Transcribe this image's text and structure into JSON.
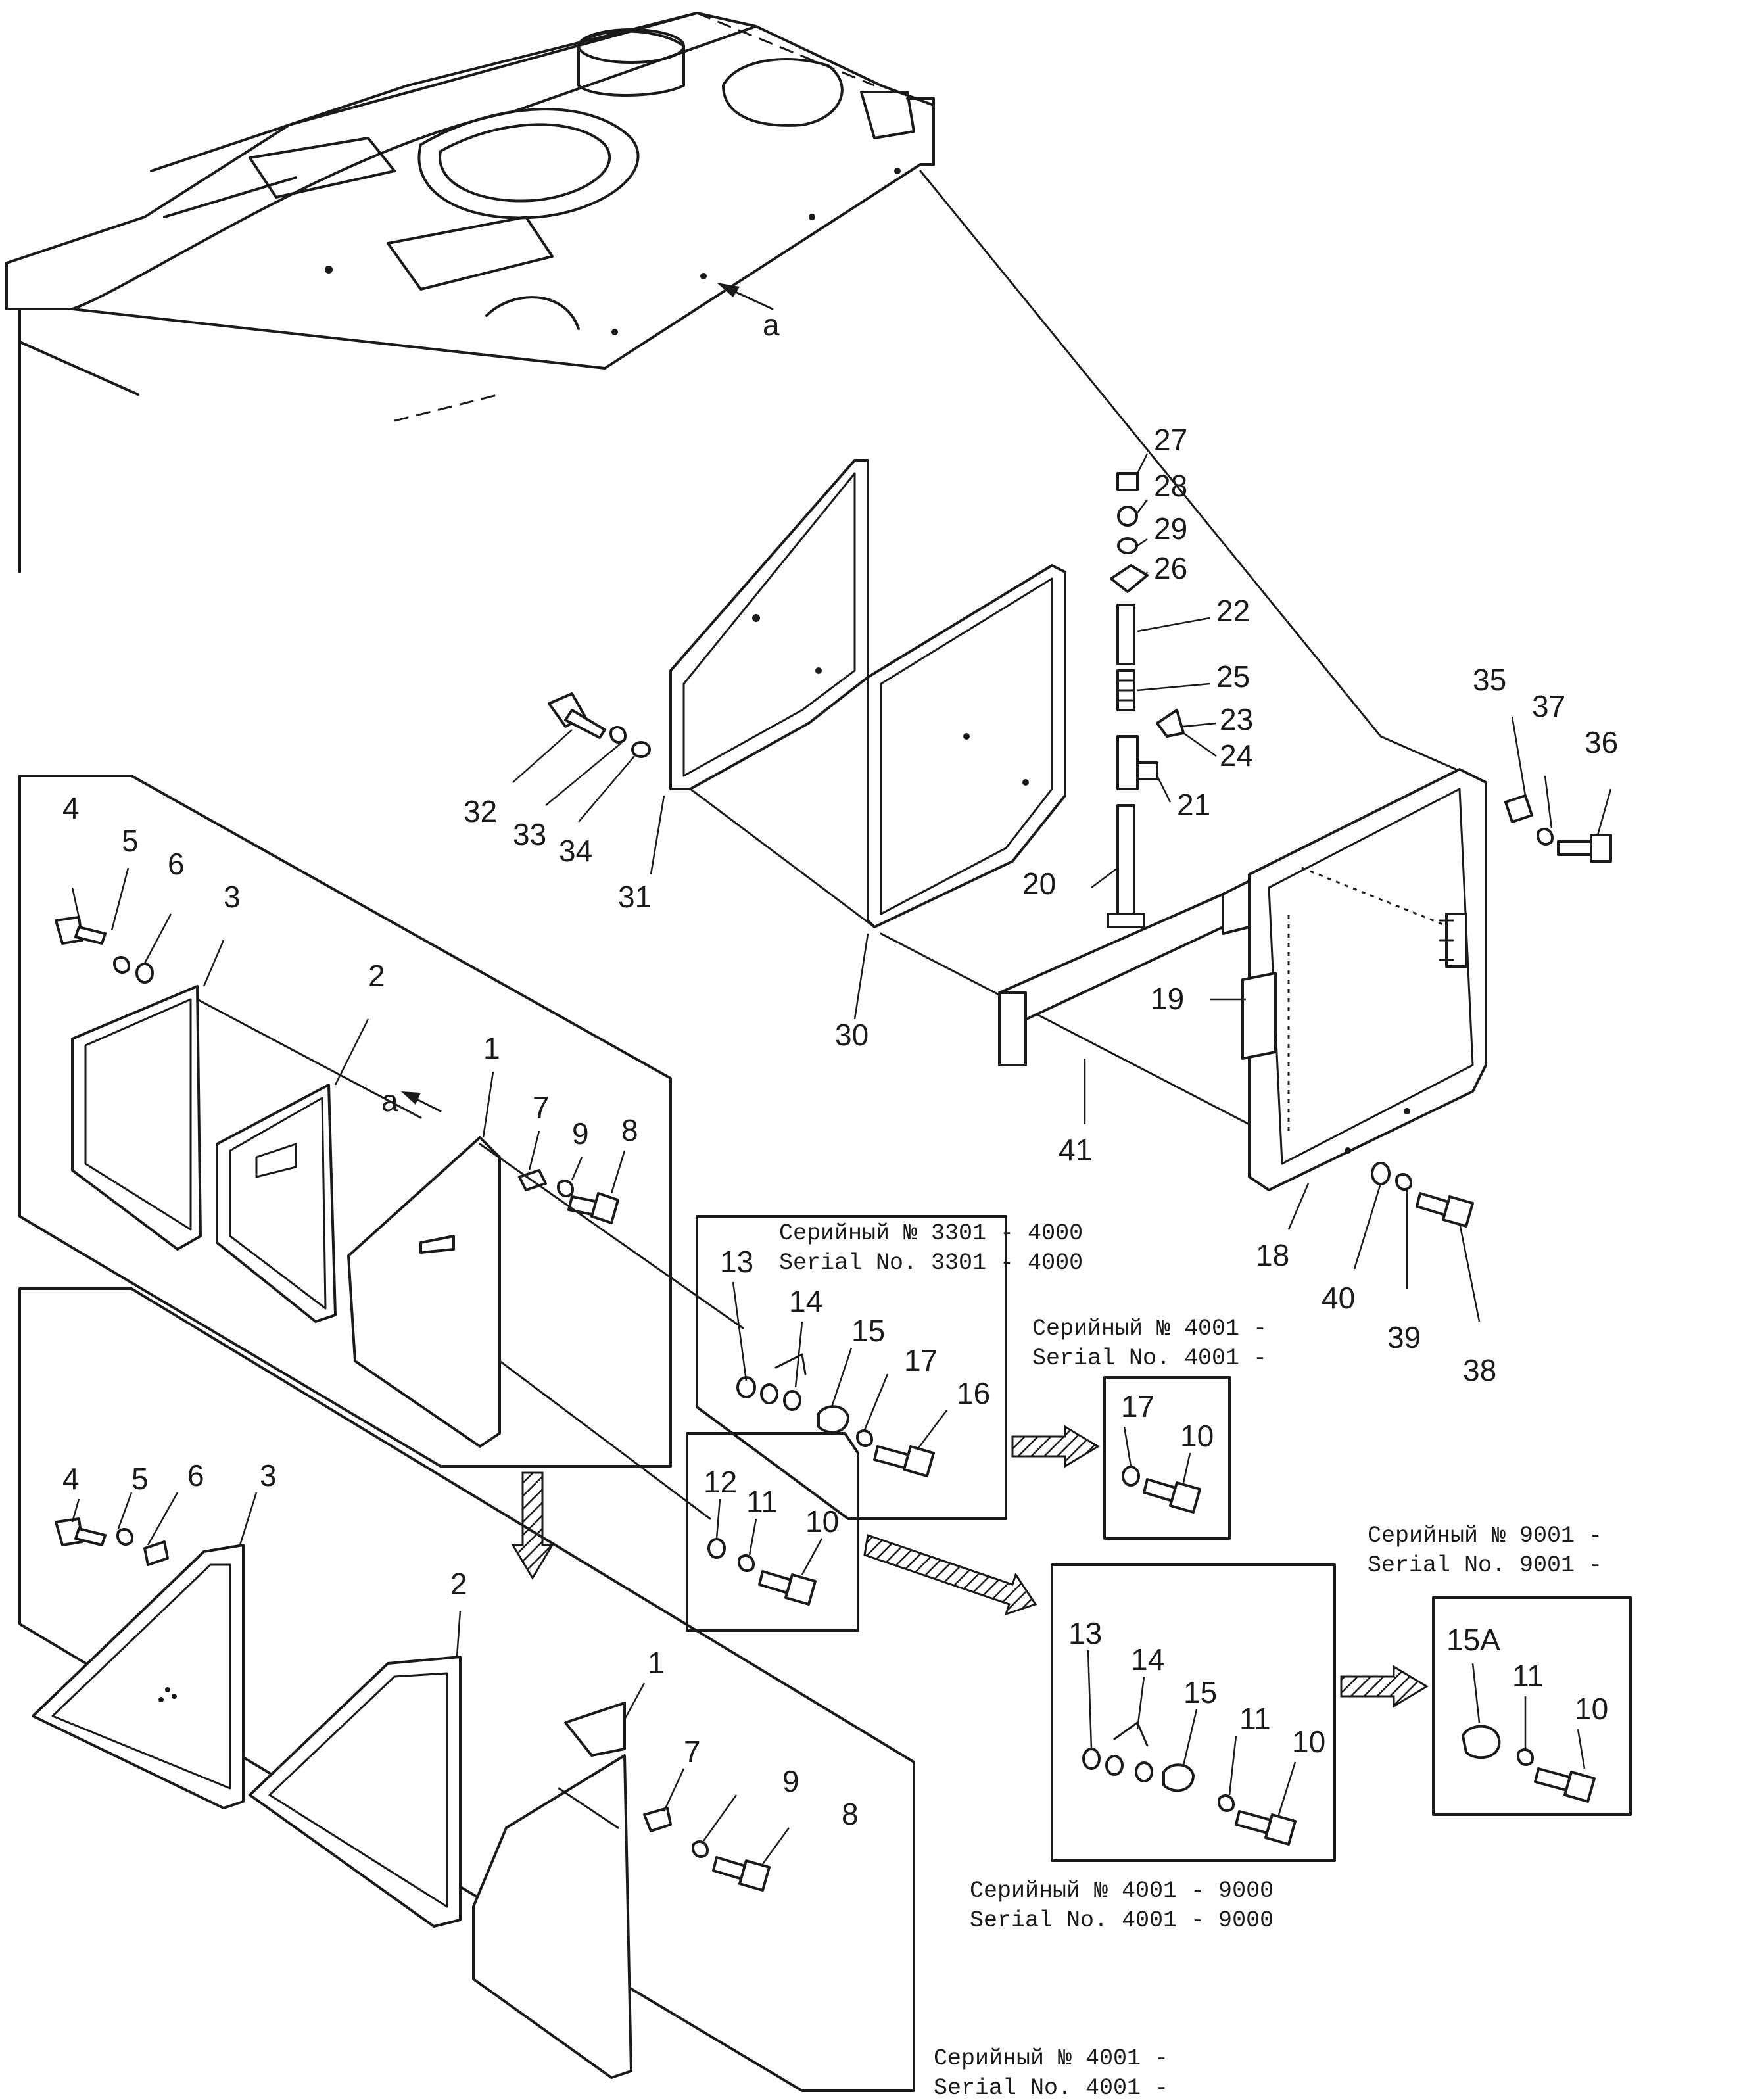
{
  "diagram": {
    "reference_letter": "a",
    "callouts": {
      "c1": "1",
      "c2": "2",
      "c3": "3",
      "c4": "4",
      "c5": "5",
      "c6": "6",
      "c7": "7",
      "c8": "8",
      "c9": "9",
      "c10": "10",
      "c11": "11",
      "c12": "12",
      "c13": "13",
      "c14": "14",
      "c15": "15",
      "c15a": "15A",
      "c16": "16",
      "c17": "17",
      "c18": "18",
      "c19": "19",
      "c20": "20",
      "c21": "21",
      "c22": "22",
      "c23": "23",
      "c24": "24",
      "c25": "25",
      "c26": "26",
      "c27": "27",
      "c28": "28",
      "c29": "29",
      "c30": "30",
      "c31": "31",
      "c32": "32",
      "c33": "33",
      "c34": "34",
      "c35": "35",
      "c36": "36",
      "c37": "37",
      "c38": "38",
      "c39": "39",
      "c40": "40",
      "c41": "41"
    },
    "serial_notes": {
      "s3301_ru": "Серийный № 3301 - 4000",
      "s3301_en": "Serial No. 3301 - 4000",
      "s4001_ru": "Серийный № 4001 -",
      "s4001_en": "Serial No. 4001 -",
      "s9001_ru": "Серийный № 9001 -",
      "s9001_en": "Serial No. 9001 -",
      "s4001_9000_ru": "Серийный № 4001 - 9000",
      "s4001_9000_en": "Serial No. 4001 - 9000",
      "s4001b_ru": "Серийный № 4001 -",
      "s4001b_en": "Serial No. 4001 -"
    }
  }
}
